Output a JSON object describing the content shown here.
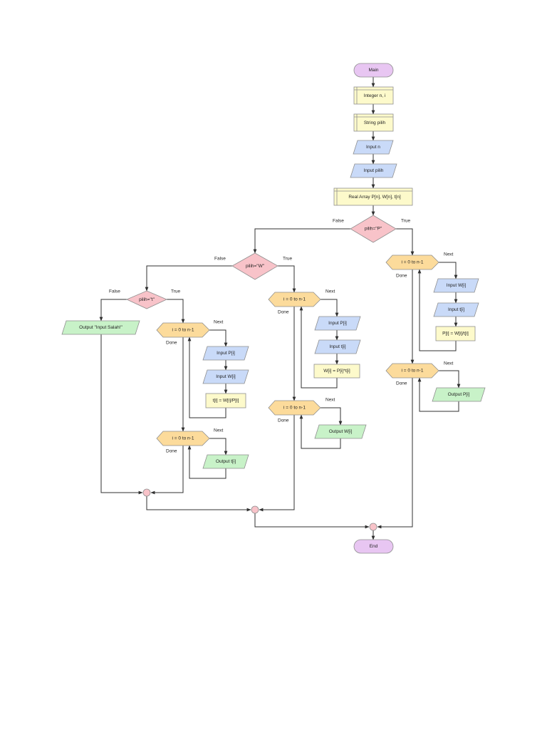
{
  "flowchart": {
    "colors": {
      "terminal": "#e8c6f2",
      "declare": "#fdfacb",
      "io_input": "#c9daf8",
      "io_output": "#c8f2c8",
      "decision": "#f8c3c9",
      "loop": "#fcdb9b",
      "process": "#fdfacb",
      "junction": "#f8c3c9",
      "stroke": "#8f8f8f"
    },
    "main": "Main",
    "end": "End",
    "declare_int": "Integer n, i",
    "declare_string": "String pilih",
    "input_n": "Input n",
    "input_pilih": "Input pilih",
    "declare_real": "Real Array P[n], W[n], t[n]",
    "cond_p": "pilih=\"P\"",
    "cond_w": "pilih=\"W\"",
    "cond_t": "pilih=\"t\"",
    "edge": {
      "true": "True",
      "false": "False",
      "next": "Next",
      "done": "Done"
    },
    "branch_p": {
      "loop1": "i = 0 to n-1",
      "input_w": "Input W[i]",
      "input_t": "Input t[i]",
      "calc": "P[i] = W[i]/t[i]",
      "loop2": "i = 0 to n-1",
      "output": "Output P[i]"
    },
    "branch_w": {
      "loop1": "i = 0 to n-1",
      "input_p": "Input P[i]",
      "input_t": "Input t[i]",
      "calc": "W[i] = P[i]*t[i]",
      "loop2": "i = 0 to n-1",
      "output": "Output W[i]"
    },
    "branch_t": {
      "loop1": "i = 0 to n-1",
      "input_p": "Input P[i]",
      "input_w": "Input W[i]",
      "calc": "t[i] = W[i]/P[i]",
      "loop2": "i = 0 to n-1",
      "output": "Output t[i]"
    },
    "output_error": "Output \"Input Salah!\""
  }
}
